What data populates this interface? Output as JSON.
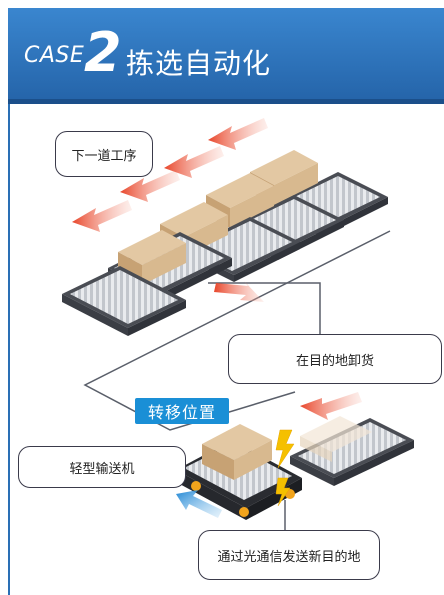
{
  "header": {
    "case_word": "CASE",
    "case_number": "2",
    "title": "拣选自动化"
  },
  "labels": {
    "next_process": "下一道工序",
    "unload_at_destination": "在目的地卸货",
    "transfer_position": "转移位置",
    "light_conveyor": "轻型输送机",
    "optical_comm": "通过光通信发送新目的地"
  },
  "colors": {
    "header_blue": "#2f78c2",
    "label_blue": "#1a8fd6",
    "arrow_red": "#e8452a",
    "arrow_blue": "#2b8fd8",
    "box_tan": "#d4b48c",
    "conveyor_dark": "#4a4d54",
    "lightning_yellow": "#f5c000"
  },
  "icons": [
    "lightning-icon",
    "red-arrow-icon",
    "blue-arrow-icon"
  ]
}
